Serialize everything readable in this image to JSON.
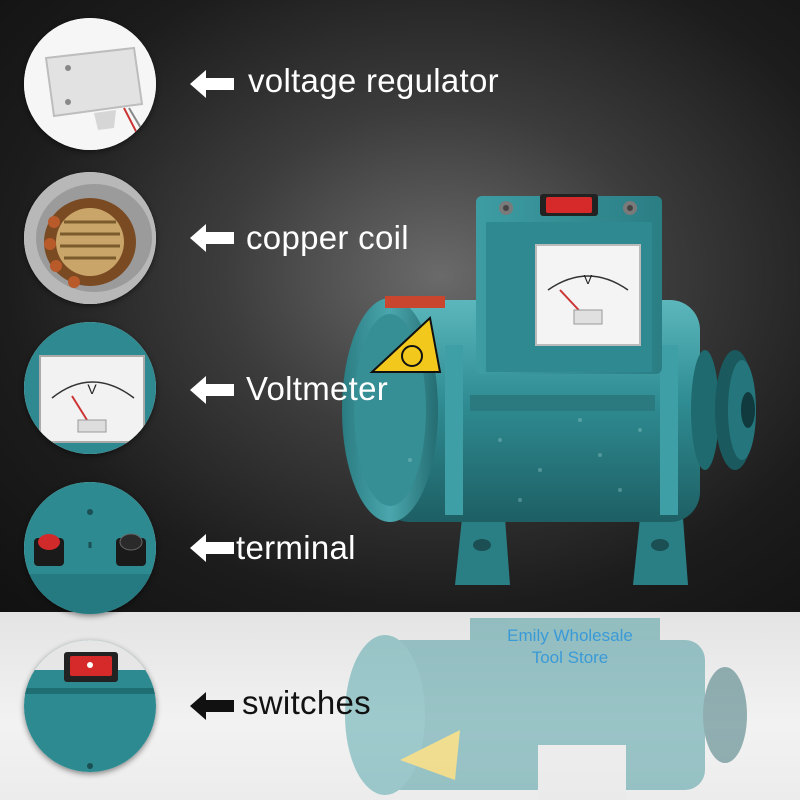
{
  "callouts": [
    {
      "label": "voltage regulator",
      "icon": "voltage-regulator"
    },
    {
      "label": "copper coil",
      "icon": "copper-coil"
    },
    {
      "label": "Voltmeter",
      "icon": "voltmeter"
    },
    {
      "label": "terminal",
      "icon": "terminal"
    },
    {
      "label": "switches",
      "icon": "switch"
    }
  ],
  "watermark": {
    "line1": "Emily Wholesale",
    "line2": "Tool Store"
  },
  "voltmeter_unit": "V",
  "colors": {
    "motor": "#2f8d93",
    "switch": "#d62a2a",
    "warning": "#f2c81d",
    "watermark": "#3a9ad8"
  }
}
